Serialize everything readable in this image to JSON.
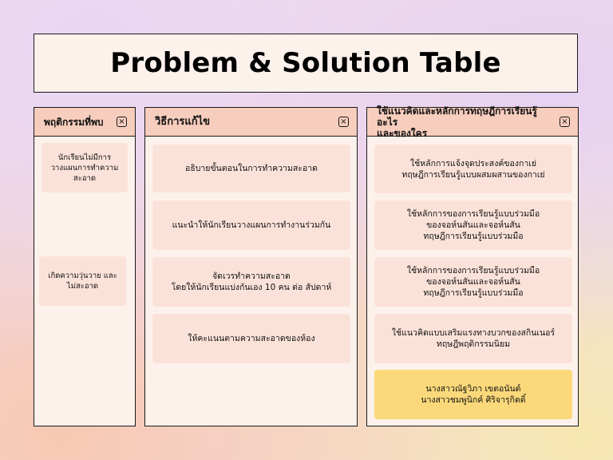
{
  "title": "Problem & Solution Table",
  "close_glyph": "×",
  "columns": [
    {
      "header": "พฤติกรรมที่พบ",
      "cards": [
        "นักเรียนไม่มีการ\nวางแผนการทำความ\nสะอาด",
        "เกิดความวุ่นวาย และ\nไม่สะอาด"
      ]
    },
    {
      "header": "วิธีการแก้ไข",
      "cards": [
        "อธิบายขั้นตอนในการทำความสะอาด",
        "แนะนำให้นักเรียนวางแผนการทำงานร่วมกัน",
        "จัดเวรทำความสะอาด\nโดยให้นักเรียนแบ่งกันเอง 10 คน ต่อ สัปดาห์",
        "ให้คะแนนตามความสะอาดของห้อง"
      ]
    },
    {
      "header": "ใช้แนวคิดและหลักการทฤษฎีการเรียนรู้อะไร\nและของใคร",
      "cards": [
        "ใช้หลักการแจ้งจุดประสงค์ของกาเย่\nทฤษฎีการเรียนรู้แบบผสมผสานของกาเย่",
        "ใช้หลักการของการเรียนรู้แบบร่วมมือ\nของจอห์นสันและจอห์นสัน\nทฤษฎีการเรียนรู้แบบร่วมมือ",
        "ใช้หลักการของการเรียนรู้แบบร่วมมือ\nของจอห์นสันและจอห์นสัน\nทฤษฎีการเรียนรู้แบบร่วมมือ",
        "ใช้แนวคิดแบบเสริมแรงทางบวกของสกินเนอร์\nทฤษฎีพฤติกรรมนิยม",
        "นางสาวณัฐวิภา เขตอนันต์\nนางสาวชมพูนิกค์ ศิริจารุกิตติ์"
      ]
    }
  ]
}
